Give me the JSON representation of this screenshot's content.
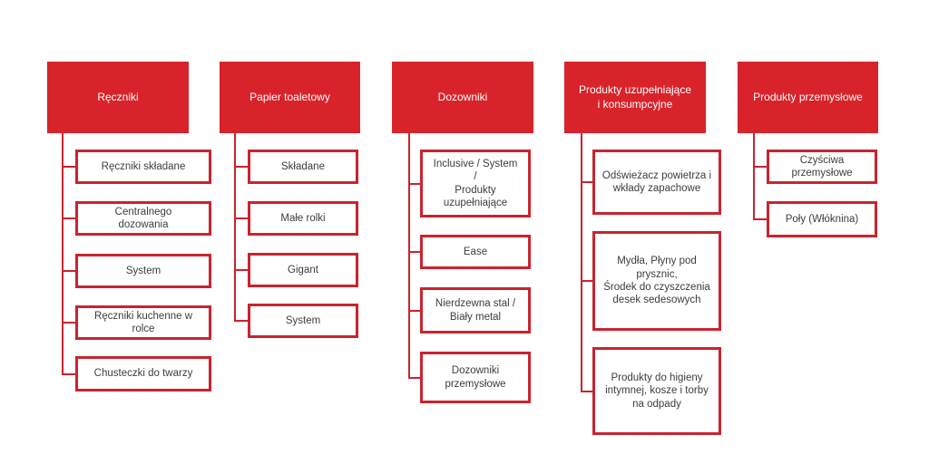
{
  "diagram": {
    "type": "category-tree",
    "language": "pl",
    "columns": [
      {
        "header": "Ręczniki",
        "children": [
          {
            "label": "Ręczniki składane"
          },
          {
            "label": "Centralnego\ndozowania"
          },
          {
            "label": "System"
          },
          {
            "label": "Ręczniki kuchenne w\nrolce"
          },
          {
            "label": "Chusteczki do twarzy"
          }
        ]
      },
      {
        "header": "Papier toaletowy",
        "children": [
          {
            "label": "Składane"
          },
          {
            "label": "Małe rolki"
          },
          {
            "label": "Gigant"
          },
          {
            "label": "System"
          }
        ]
      },
      {
        "header": "Dozowniki",
        "children": [
          {
            "label": "Inclusive / System\n/\nProdukty\nuzupełniające"
          },
          {
            "label": "Ease"
          },
          {
            "label": "Nierdzewna stal /\nBiały metal"
          },
          {
            "label": "Dozowniki\nprzemysłowe"
          }
        ]
      },
      {
        "header": "Produkty uzupełniające\ni konsumpcyjne",
        "children": [
          {
            "label": "Odświeżacz powietrza i\nwkłady zapachowe"
          },
          {
            "label": "Mydła, Płyny pod\nprysznic,\nŚrodek do czyszczenia\ndesek sedesowych"
          },
          {
            "label": "Produkty do higieny\nintymnej, kosze i torby\nna odpady"
          }
        ]
      },
      {
        "header": "Produkty przemysłowe",
        "children": [
          {
            "label": "Czyściwa\nprzemysłowe"
          },
          {
            "label": "Poły (Włóknina)"
          }
        ]
      }
    ]
  },
  "colors": {
    "header_fill": "#d8232a",
    "header_text": "#ffffff",
    "box_border": "#c9242e",
    "box_text": "#3d3d3d",
    "background": "#ffffff"
  }
}
